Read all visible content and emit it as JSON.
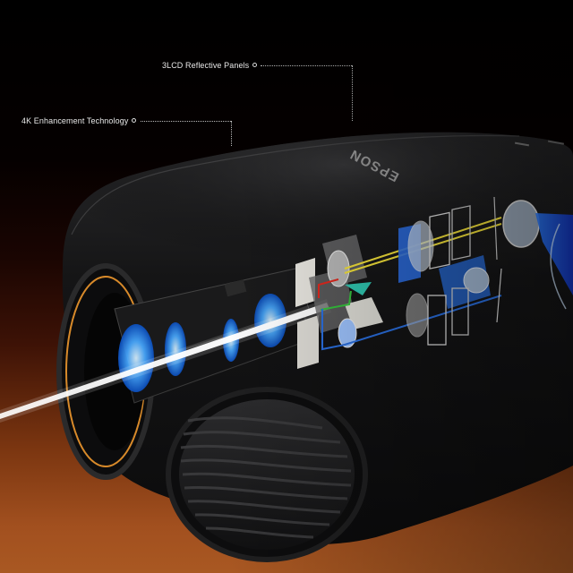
{
  "image": {
    "subject": "Cutaway render of a black home-theater projector showing internal optics",
    "brand_mark": "EPSON",
    "background_colors": {
      "top": "#000000",
      "bottom": "#a95822"
    },
    "accent_colors": {
      "lens_blue": "#2f8fff",
      "beam_white": "#ffffff",
      "yellow_path": "#f4e23a",
      "red_path": "#e0281e",
      "green_path": "#35c23c",
      "blue_path": "#2a6fe0",
      "lens_ring_orange": "#d88a2a"
    }
  },
  "callouts": [
    {
      "label": "3LCD Reflective Panels",
      "id": "3lcd"
    },
    {
      "label": "4K Enhancement Technology",
      "id": "4k"
    }
  ]
}
